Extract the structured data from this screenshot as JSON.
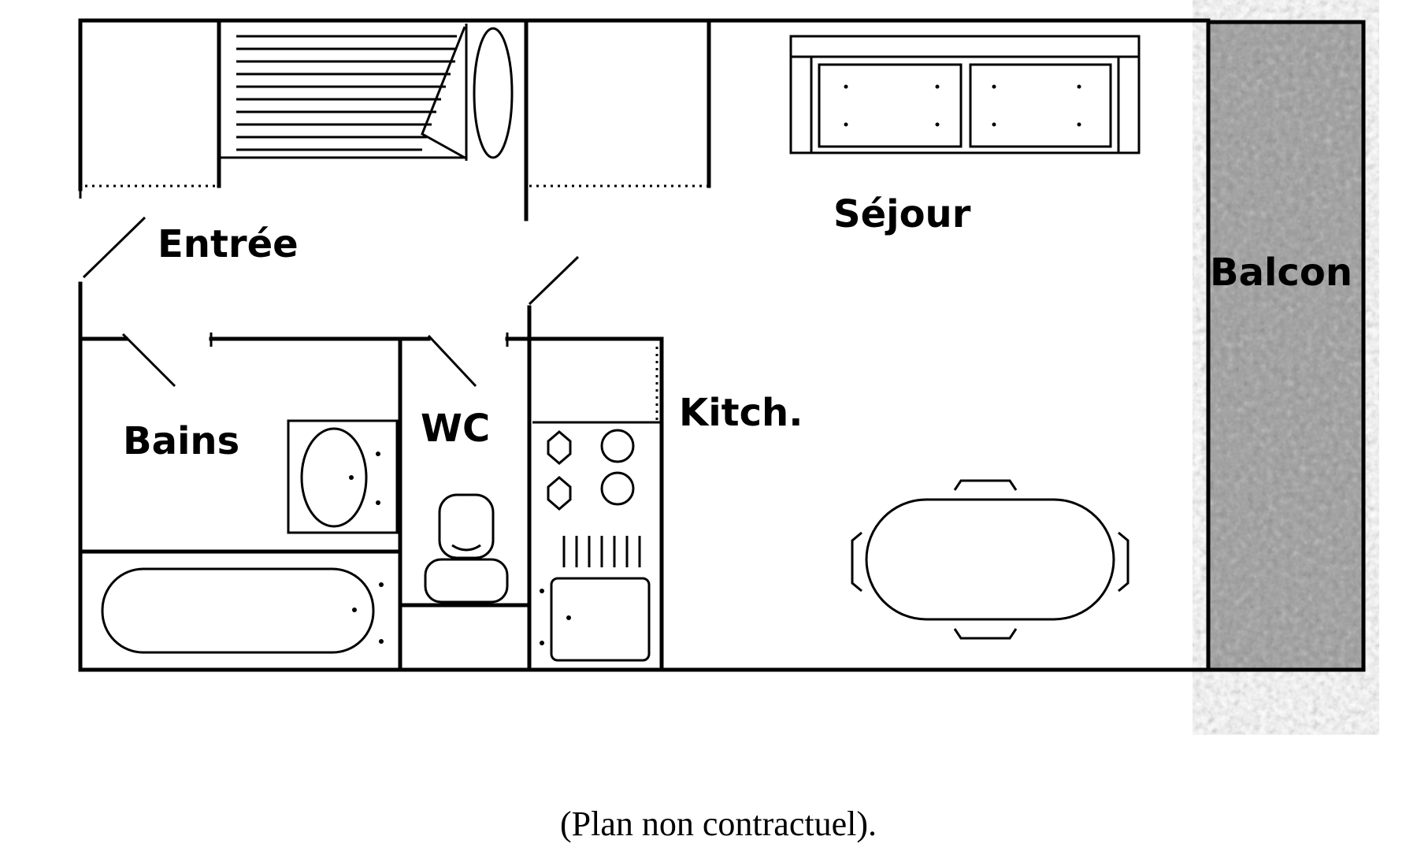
{
  "rooms": {
    "entree": "Entrée",
    "sejour": "Séjour",
    "balcon": "Balcon",
    "bains": "Bains",
    "wc": "WC",
    "kitchen": "Kitch."
  },
  "caption": "(Plan non contractuel).",
  "colors": {
    "line": "#000000",
    "balcony": "#9a9a9a",
    "background": "#ffffff"
  }
}
